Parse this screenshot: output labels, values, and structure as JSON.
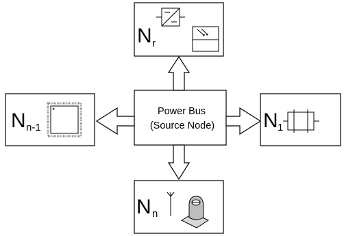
{
  "center": {
    "line1": "Power Bus",
    "line2": "(Source Node)"
  },
  "nodes": {
    "top": {
      "main": "N",
      "sub": "r",
      "icons": [
        "dc-dc-converter-icon",
        "solar-panel-icon"
      ]
    },
    "left": {
      "main": "N",
      "sub": "n-1",
      "icons": [
        "microcontroller-chip-icon"
      ]
    },
    "right": {
      "main": "N",
      "sub": "1",
      "icons": [
        "battery-cell-icon"
      ]
    },
    "bottom": {
      "main": "N",
      "sub": "n",
      "icons": [
        "antenna-icon",
        "camera-sensor-icon"
      ]
    }
  }
}
